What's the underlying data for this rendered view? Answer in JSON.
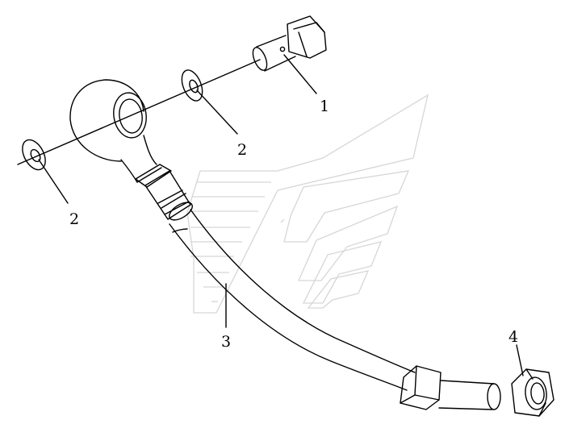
{
  "figure": {
    "background": "#ffffff",
    "line_color": "#000000",
    "watermark_color": "#d6d6d6"
  },
  "callouts": {
    "banjo_bolt": "1",
    "washer_upper": "2",
    "washer_lower": "2",
    "oil_pipe": "3",
    "nut": "4"
  }
}
